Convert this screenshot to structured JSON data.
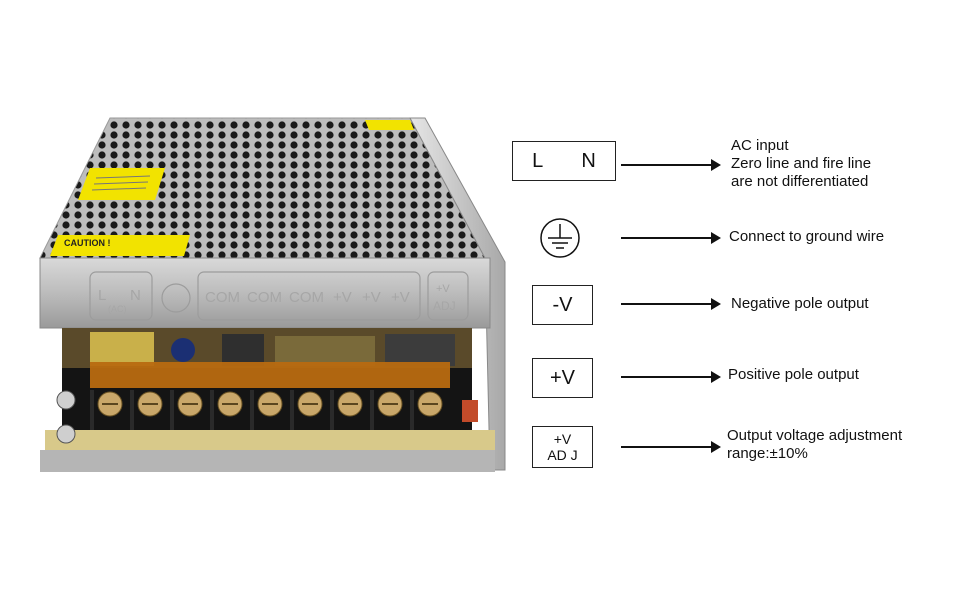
{
  "product": {
    "caution_label": "CAUTION !",
    "terminal_labels": [
      "L",
      "N",
      "(AC)",
      "COM",
      "COM",
      "COM",
      "+V",
      "+V",
      "+V",
      "+V",
      "ADJ"
    ]
  },
  "legend": {
    "ln": {
      "left_symbol": "L",
      "right_symbol": "N",
      "lines": [
        "AC input",
        "Zero line and fire line",
        "are not differentiated"
      ]
    },
    "ground": {
      "icon": "ground-icon",
      "text": "Connect to ground wire"
    },
    "negative": {
      "symbol": "-V",
      "text": "Negative pole output"
    },
    "positive": {
      "symbol": "+V",
      "text": "Positive pole output"
    },
    "adjust": {
      "symbol_top": "+V",
      "symbol_bottom": "AD J",
      "lines": [
        "Output voltage adjustment",
        "range:±10%"
      ]
    }
  },
  "colors": {
    "label_yellow": "#f2e300",
    "terminal_orange": "#b86a10",
    "metal": "#c8c8c8"
  }
}
